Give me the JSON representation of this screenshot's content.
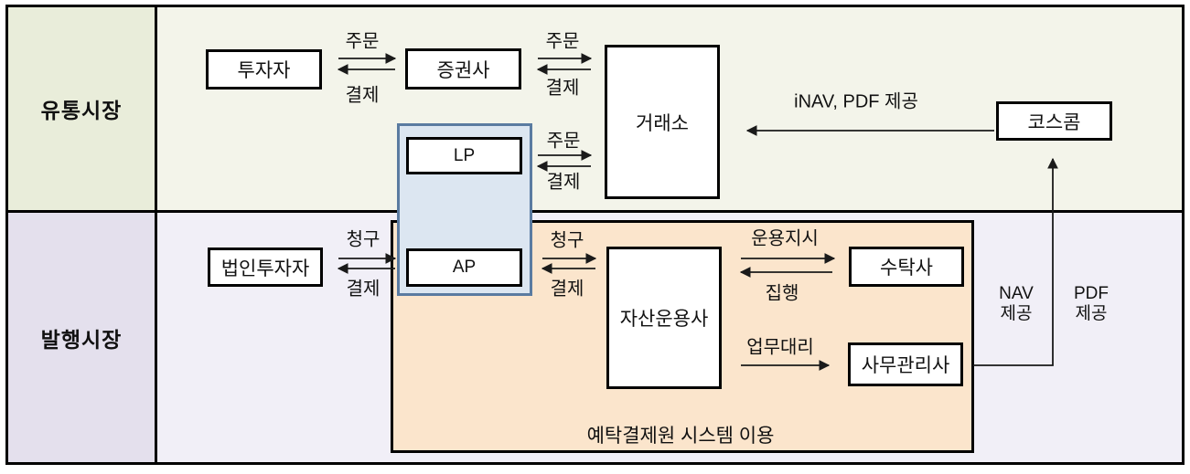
{
  "colors": {
    "secondary_header_bg": "#e9edda",
    "secondary_body_bg": "#f3f4ea",
    "primary_header_bg": "#e4e0ed",
    "primary_body_bg": "#f1eff7",
    "depository_bg": "#fbe5cc",
    "lp_ap_panel_bg": "#dce6f1",
    "lp_ap_panel_border": "#5a7ba1",
    "box_border": "#000000",
    "arrow": "#1a1a1a"
  },
  "sections": {
    "secondary": {
      "label": "유통시장"
    },
    "primary": {
      "label": "발행시장"
    }
  },
  "boxes": {
    "investor": "투자자",
    "broker": "증권사",
    "exchange": "거래소",
    "koscom": "코스콤",
    "lp": "LP",
    "ap": "AP",
    "corporate_investor": "법인투자자",
    "asset_manager": "자산운용사",
    "trustee": "수탁사",
    "fund_admin": "사무관리사"
  },
  "flow_labels": {
    "investor_broker_top": "주문",
    "investor_broker_bottom": "결제",
    "broker_exchange_top": "주문",
    "broker_exchange_bottom": "결제",
    "lp_exchange_top": "주문",
    "lp_exchange_bottom": "결제",
    "corp_ap_top": "청구",
    "corp_ap_bottom": "결제",
    "ap_manager_top": "청구",
    "ap_manager_bottom": "결제",
    "manager_trustee_top": "운용지시",
    "manager_trustee_bottom": "집행",
    "manager_admin": "업무대리",
    "koscom_exchange": "iNAV, PDF 제공",
    "nav_provide": "NAV\n제공",
    "pdf_provide": "PDF\n제공",
    "depository_note": "예탁결제원 시스템 이용"
  }
}
